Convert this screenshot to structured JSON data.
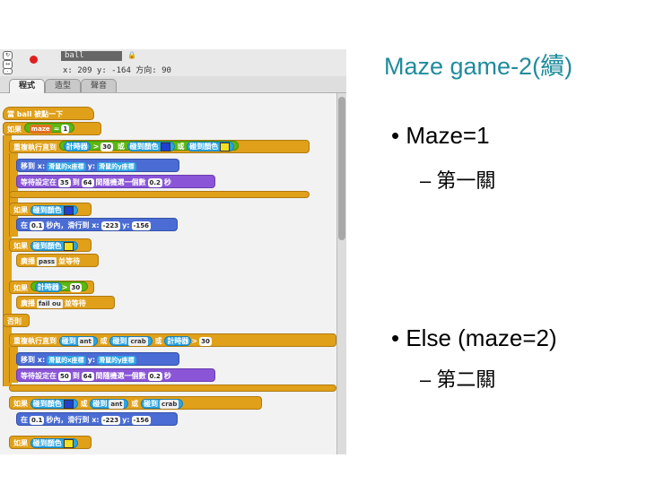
{
  "slide": {
    "title": "Maze game-2(續)",
    "bullets": [
      {
        "text": "• Maze=1",
        "sub": "– 第一關"
      },
      {
        "text": "• Else (maze=2)",
        "sub": "– 第二關"
      }
    ]
  },
  "app": {
    "sprite_name": "ball",
    "coords": "x: 209  y: -164  方向: 90",
    "tabs": [
      "程式",
      "造型",
      "聲音"
    ],
    "active_tab": "程式"
  },
  "colors": {
    "title": "#1f8c9c",
    "control": "#e0a019",
    "motion": "#4a6cd4",
    "looks": "#8a55d7",
    "sensing": "#2ca5e2",
    "operators": "#5cb712",
    "stop": "#e02020",
    "color_blue": "#2040d0",
    "color_yellow": "#f0e020"
  },
  "script": {
    "hat": "當 ball 被點一下",
    "if_maze": "如果",
    "maze_var": "maze",
    "eq": "=",
    "maze_val": "1",
    "repeat_until": "重複執行直到",
    "timer": "計時器",
    "gt": ">",
    "timer_val": "30",
    "or": "或",
    "touch_color": "碰到顏色",
    "goto": "移到 x:",
    "rand_x": "滑鼠的x座標",
    "y_label": "y:",
    "rand_y": "滑鼠的y座標",
    "think_prefix": "等待設定",
    "in": "在",
    "from_val": "35",
    "to": "到",
    "to_val": "64",
    "pick": "間隨機選一個數",
    "secs_val": "0.2",
    "secs": "秒",
    "if_label": "如果",
    "glide_in": "在",
    "glide_secs": "0.1",
    "glide_text": "秒內，滑行到 x:",
    "glide_x": "-223",
    "glide_y_label": "y:",
    "glide_y": "-156",
    "broadcast": "廣播",
    "pass_msg": "pass",
    "and_wait": "並等待",
    "fail_msg": "fail ou",
    "else": "否則",
    "touch": "碰到",
    "ant": "ant",
    "crab": "crab",
    "goto2_y": "y:",
    "rand_x2": "滑鼠的x座標",
    "rand_y2": "滑鼠的y座標",
    "from_val2": "50",
    "to_val2": "64"
  }
}
